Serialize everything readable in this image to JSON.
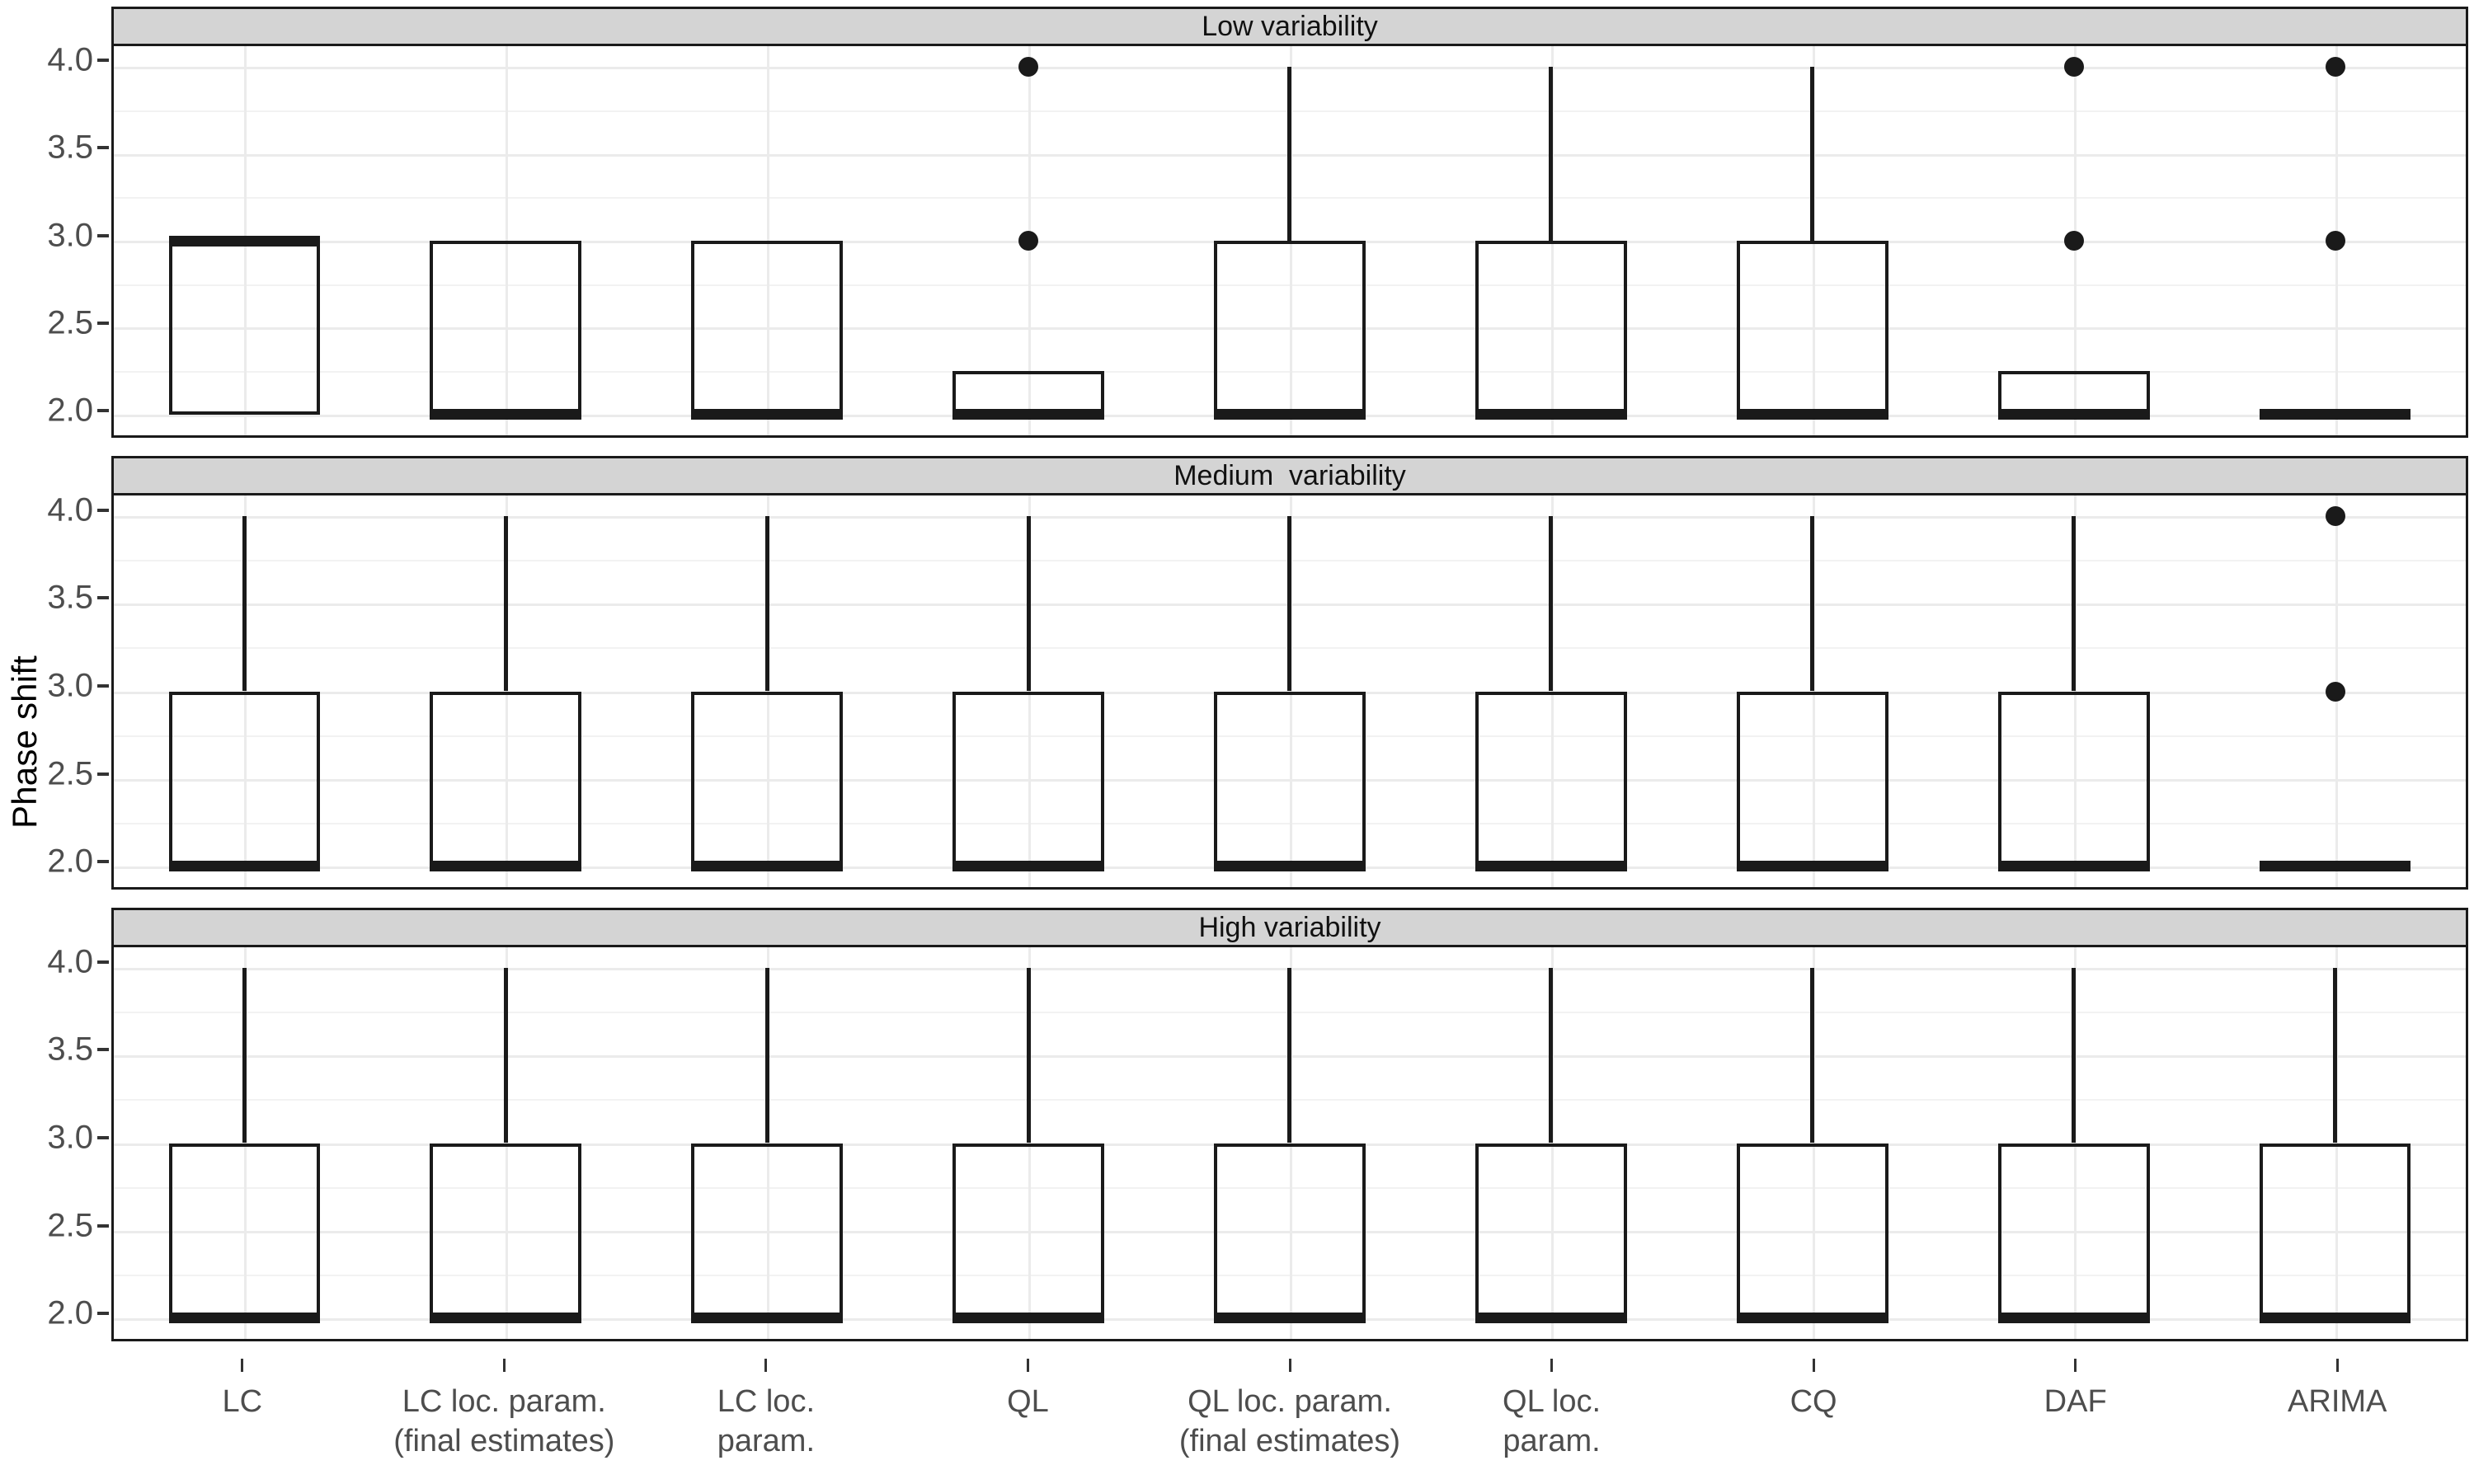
{
  "axis": {
    "y_title": "Phase shift",
    "y_ticks": [
      "2.0",
      "2.5",
      "3.0",
      "3.5",
      "4.0"
    ],
    "y_tick_values": [
      2.0,
      2.5,
      3.0,
      3.5,
      4.0
    ],
    "y_min": 1.88,
    "y_max": 4.12
  },
  "categories": [
    "LC",
    "LC loc. param.\n(final estimates)",
    "LC loc.\nparam.",
    "QL",
    "QL loc. param.\n(final estimates)",
    "QL loc.\nparam.",
    "CQ",
    "DAF",
    "ARIMA"
  ],
  "strips": [
    "Low variability",
    "Medium  variability",
    "High variability"
  ],
  "colors": {
    "strip_fill": "#d4d4d4",
    "strip_border": "#1a1a1a",
    "panel_fill": "#ffffff",
    "panel_border": "#1a1a1a",
    "grid_major": "#ebebeb",
    "grid_minor": "#f2f2f2",
    "box_stroke": "#1a1a1a",
    "outlier_fill": "#1a1a1a",
    "tick_text": "#4d4d4d"
  },
  "chart_data": {
    "type": "box",
    "title": "",
    "xlabel": "",
    "ylabel": "Phase shift",
    "ylim": [
      1.88,
      4.12
    ],
    "grid": true,
    "legend": "none",
    "facet_variable": "variability",
    "categories": [
      "LC",
      "LC loc. param. (final estimates)",
      "LC loc. param.",
      "QL",
      "QL loc. param. (final estimates)",
      "QL loc. param.",
      "CQ",
      "DAF",
      "ARIMA"
    ],
    "panels": [
      {
        "label": "Low variability",
        "boxes": [
          {
            "category": "LC",
            "lower_whisker": 2,
            "q1": 2,
            "median": 3,
            "q3": 3,
            "upper_whisker": 3,
            "outliers": []
          },
          {
            "category": "LC loc. param. (final estimates)",
            "lower_whisker": 2,
            "q1": 2,
            "median": 2,
            "q3": 3,
            "upper_whisker": 3,
            "outliers": []
          },
          {
            "category": "LC loc. param.",
            "lower_whisker": 2,
            "q1": 2,
            "median": 2,
            "q3": 3,
            "upper_whisker": 3,
            "outliers": []
          },
          {
            "category": "QL",
            "lower_whisker": 2,
            "q1": 2,
            "median": 2,
            "q3": 2.25,
            "upper_whisker": 2.25,
            "outliers": [
              3,
              4
            ]
          },
          {
            "category": "QL loc. param. (final estimates)",
            "lower_whisker": 2,
            "q1": 2,
            "median": 2,
            "q3": 3,
            "upper_whisker": 4,
            "outliers": []
          },
          {
            "category": "QL loc. param.",
            "lower_whisker": 2,
            "q1": 2,
            "median": 2,
            "q3": 3,
            "upper_whisker": 4,
            "outliers": []
          },
          {
            "category": "CQ",
            "lower_whisker": 2,
            "q1": 2,
            "median": 2,
            "q3": 3,
            "upper_whisker": 4,
            "outliers": []
          },
          {
            "category": "DAF",
            "lower_whisker": 2,
            "q1": 2,
            "median": 2,
            "q3": 2.25,
            "upper_whisker": 2.25,
            "outliers": [
              3,
              4
            ]
          },
          {
            "category": "ARIMA",
            "lower_whisker": 2,
            "q1": 2,
            "median": 2,
            "q3": 2,
            "upper_whisker": 2,
            "outliers": [
              3,
              4
            ]
          }
        ]
      },
      {
        "label": "Medium  variability",
        "boxes": [
          {
            "category": "LC",
            "lower_whisker": 2,
            "q1": 2,
            "median": 2,
            "q3": 3,
            "upper_whisker": 4,
            "outliers": []
          },
          {
            "category": "LC loc. param. (final estimates)",
            "lower_whisker": 2,
            "q1": 2,
            "median": 2,
            "q3": 3,
            "upper_whisker": 4,
            "outliers": []
          },
          {
            "category": "LC loc. param.",
            "lower_whisker": 2,
            "q1": 2,
            "median": 2,
            "q3": 3,
            "upper_whisker": 4,
            "outliers": []
          },
          {
            "category": "QL",
            "lower_whisker": 2,
            "q1": 2,
            "median": 2,
            "q3": 3,
            "upper_whisker": 4,
            "outliers": []
          },
          {
            "category": "QL loc. param. (final estimates)",
            "lower_whisker": 2,
            "q1": 2,
            "median": 2,
            "q3": 3,
            "upper_whisker": 4,
            "outliers": []
          },
          {
            "category": "QL loc. param.",
            "lower_whisker": 2,
            "q1": 2,
            "median": 2,
            "q3": 3,
            "upper_whisker": 4,
            "outliers": []
          },
          {
            "category": "CQ",
            "lower_whisker": 2,
            "q1": 2,
            "median": 2,
            "q3": 3,
            "upper_whisker": 4,
            "outliers": []
          },
          {
            "category": "DAF",
            "lower_whisker": 2,
            "q1": 2,
            "median": 2,
            "q3": 3,
            "upper_whisker": 4,
            "outliers": []
          },
          {
            "category": "ARIMA",
            "lower_whisker": 2,
            "q1": 2,
            "median": 2,
            "q3": 2,
            "upper_whisker": 2,
            "outliers": [
              3,
              4
            ]
          }
        ]
      },
      {
        "label": "High variability",
        "boxes": [
          {
            "category": "LC",
            "lower_whisker": 2,
            "q1": 2,
            "median": 2,
            "q3": 3,
            "upper_whisker": 4,
            "outliers": []
          },
          {
            "category": "LC loc. param. (final estimates)",
            "lower_whisker": 2,
            "q1": 2,
            "median": 2,
            "q3": 3,
            "upper_whisker": 4,
            "outliers": []
          },
          {
            "category": "LC loc. param.",
            "lower_whisker": 2,
            "q1": 2,
            "median": 2,
            "q3": 3,
            "upper_whisker": 4,
            "outliers": []
          },
          {
            "category": "QL",
            "lower_whisker": 2,
            "q1": 2,
            "median": 2,
            "q3": 3,
            "upper_whisker": 4,
            "outliers": []
          },
          {
            "category": "QL loc. param. (final estimates)",
            "lower_whisker": 2,
            "q1": 2,
            "median": 2,
            "q3": 3,
            "upper_whisker": 4,
            "outliers": []
          },
          {
            "category": "QL loc. param.",
            "lower_whisker": 2,
            "q1": 2,
            "median": 2,
            "q3": 3,
            "upper_whisker": 4,
            "outliers": []
          },
          {
            "category": "CQ",
            "lower_whisker": 2,
            "q1": 2,
            "median": 2,
            "q3": 3,
            "upper_whisker": 4,
            "outliers": []
          },
          {
            "category": "DAF",
            "lower_whisker": 2,
            "q1": 2,
            "median": 2,
            "q3": 3,
            "upper_whisker": 4,
            "outliers": []
          },
          {
            "category": "ARIMA",
            "lower_whisker": 2,
            "q1": 2,
            "median": 2,
            "q3": 3,
            "upper_whisker": 4,
            "outliers": []
          }
        ]
      }
    ]
  }
}
